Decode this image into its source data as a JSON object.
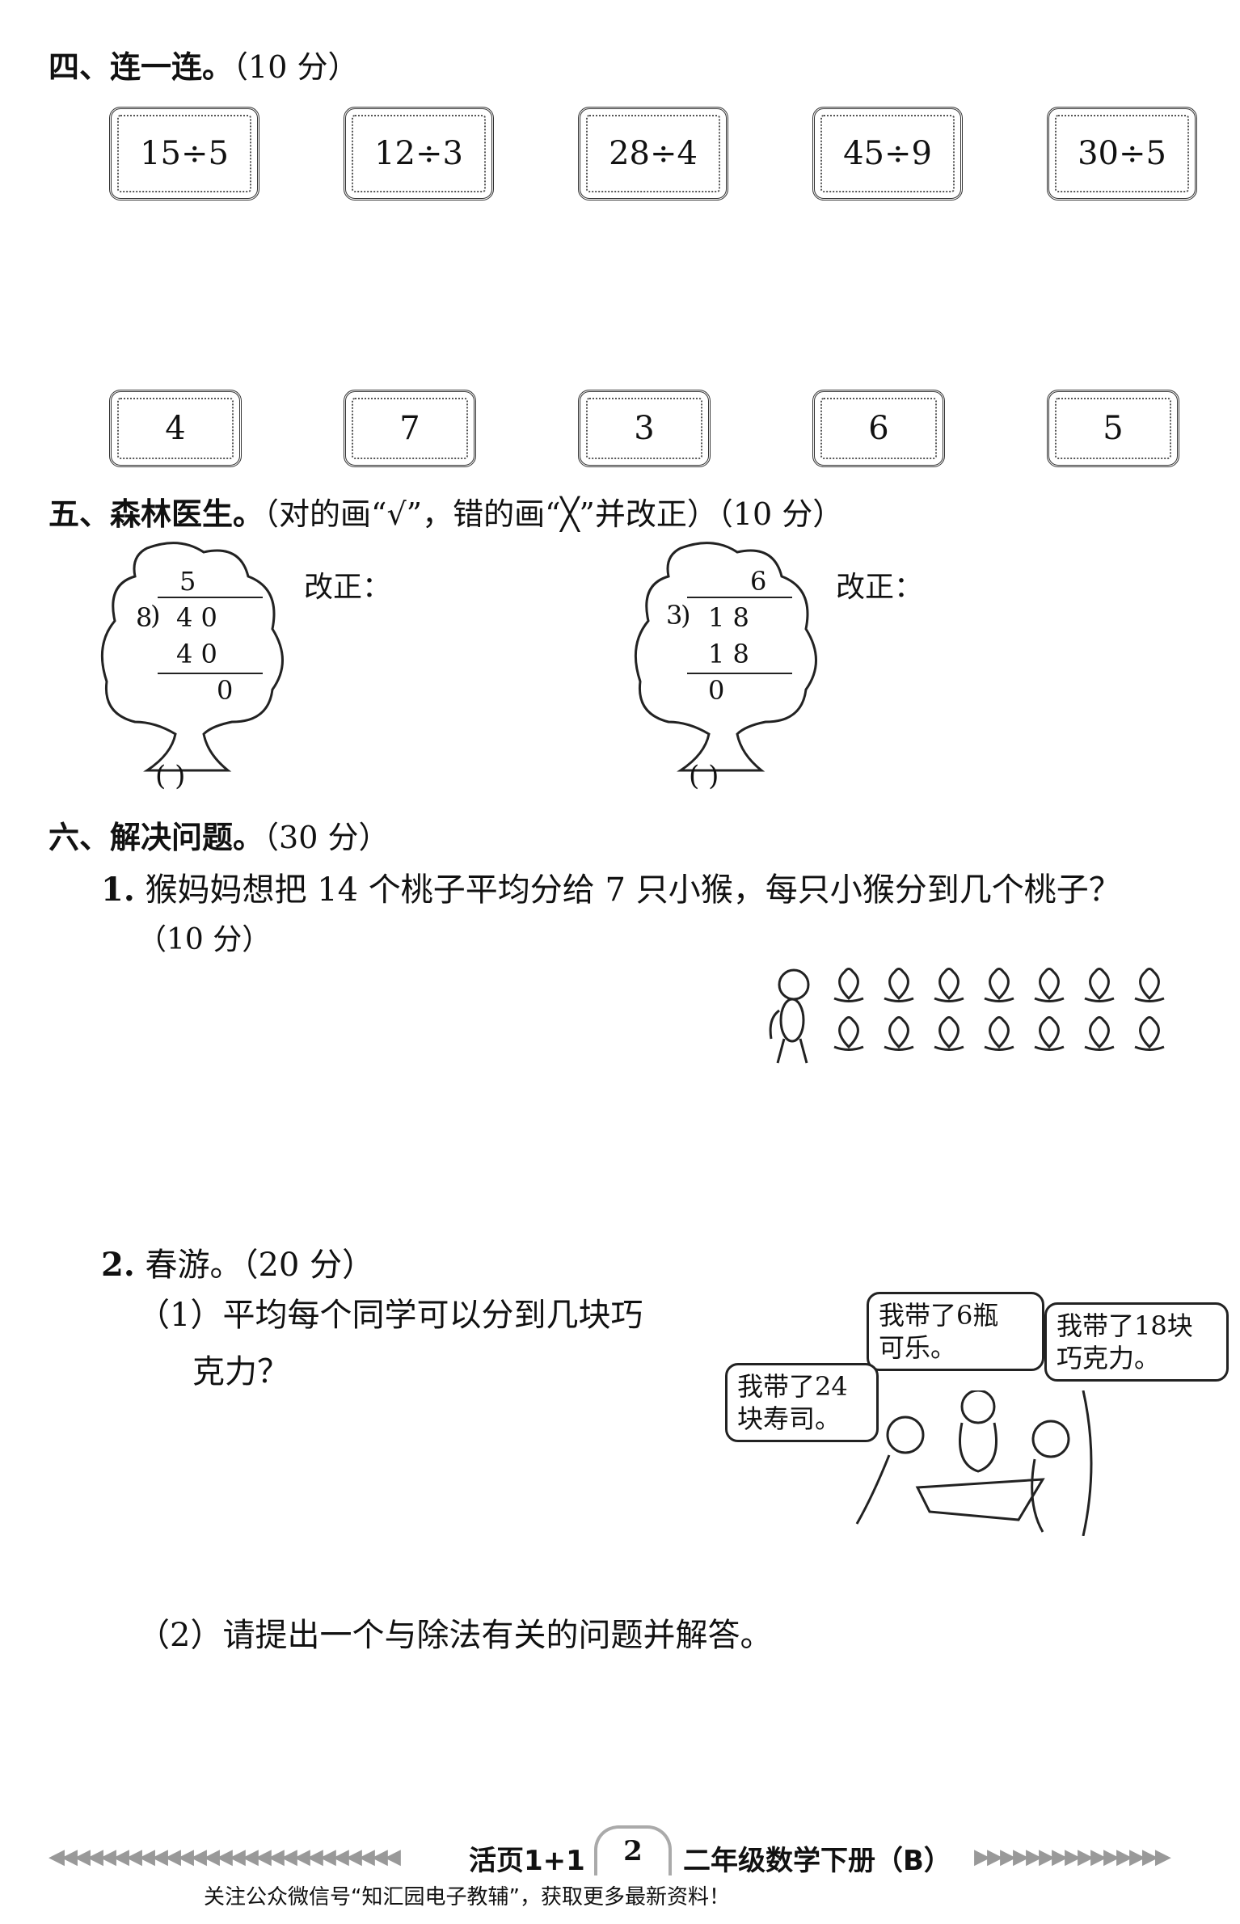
{
  "section4": {
    "title": "四、连一连。",
    "score": "（10 分）",
    "top": [
      "15÷5",
      "12÷3",
      "28÷4",
      "45÷9",
      "30÷5"
    ],
    "bottom": [
      "4",
      "7",
      "3",
      "6",
      "5"
    ]
  },
  "section5": {
    "title": "五、森林医生。",
    "instruction": "（对的画“√”，错的画“╳”并改正）（10 分）",
    "problems": [
      {
        "divisor": "8",
        "dividend": "4 0",
        "quotient": "5",
        "product": "4 0",
        "remainder": "0",
        "fix_label": "改正：",
        "paren": "(    )"
      },
      {
        "divisor": "3",
        "dividend": "1 8",
        "quotient": "6",
        "product": "1 8",
        "remainder": "0",
        "fix_label": "改正：",
        "paren": "(    )"
      }
    ]
  },
  "section6": {
    "title": "六、解决问题。",
    "score": "（30 分）",
    "q1": {
      "num": "1.",
      "text": "猴妈妈想把 14 个桃子平均分给 7 只小猴，每只小猴分到几个桃子？",
      "score": "（10 分）"
    },
    "q2": {
      "num": "2.",
      "text": "春游。（20 分）",
      "p1_line1": "（1）平均每个同学可以分到几块巧",
      "p1_line2": "克力？",
      "p2": "（2）请提出一个与除法有关的问题并解答。",
      "bubbles": [
        [
          "我带了6瓶",
          "可乐。"
        ],
        [
          "我带了18块",
          "巧克力。"
        ],
        [
          "我带了24",
          "块寿司。"
        ]
      ]
    }
  },
  "footer": {
    "left": "活页1+1",
    "page": "2",
    "right": "二年级数学下册（B）",
    "left_arrows": "◀◀◀◀◀◀◀◀◀◀◀◀◀◀◀◀◀◀◀◀◀◀◀◀◀◀◀",
    "right_arrows": "▶▶▶▶▶▶▶▶▶▶▶▶▶▶▶"
  },
  "watermark": "关注公众微信号“知汇园电子教辅”，获取更多最新资料！"
}
